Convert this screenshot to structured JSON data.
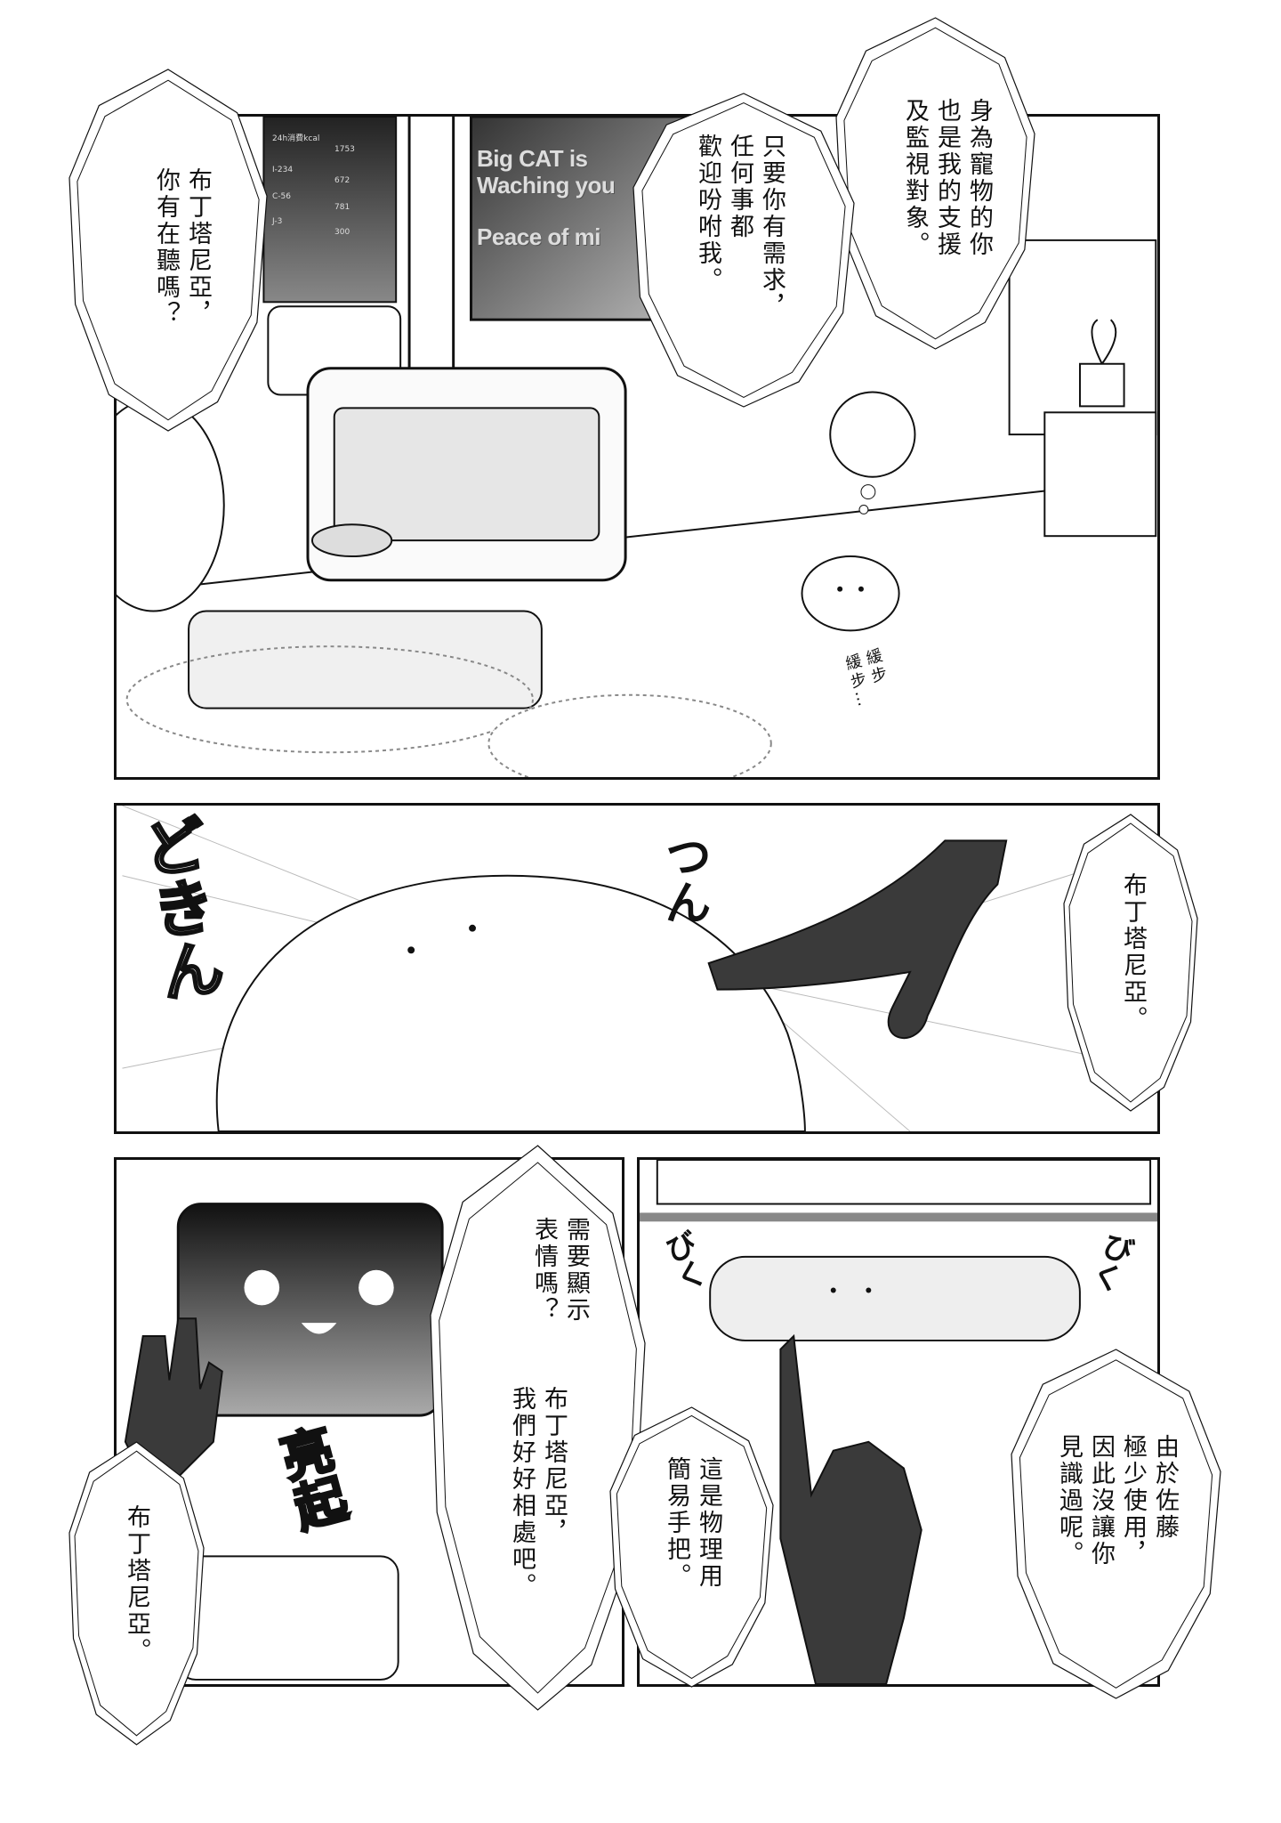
{
  "panel1": {
    "screen_text": {
      "line1": "Big CAT is",
      "line2": "Waching you",
      "line3": "Peace of mi"
    },
    "panel_readout": {
      "header": "24h消費kcal",
      "total": "1753",
      "rows": [
        {
          "code": "I-234",
          "value": "672"
        },
        {
          "code": "C-56",
          "value": "781"
        },
        {
          "code": "J-3",
          "value": "300"
        }
      ]
    },
    "bubbles": {
      "listening": "布丁塔尼亞，\n你有在聽嗎？",
      "support": "身為寵物的你\n也是我的支援\n及監視對象。",
      "request": "只要你有需求，\n任何事都\n歡迎吩咐我。"
    },
    "sfx_walk": "緩步\n緩步…"
  },
  "panel2": {
    "sfx_doki": "どきん",
    "sfx_tsun": "つん",
    "bubble_name": "布丁塔尼亞。"
  },
  "panel3a": {
    "sfx_light": "亮起",
    "bubble_expression": "需要顯示\n表情嗎？",
    "bubble_along": "布丁塔尼亞，\n我們好好相處吧。",
    "bubble_name": "布丁塔尼亞。"
  },
  "panel3b": {
    "sfx_biku_left": "びく",
    "sfx_biku_right": "びく",
    "bubble_handle": "這是物理用\n簡易手把。",
    "bubble_sato": "由於佐藤\n極少使用，\n因此沒讓你\n見識過呢。"
  },
  "colors": {
    "ink": "#111111",
    "screen": "#5a5a5a",
    "glove": "#3a3a3a"
  }
}
